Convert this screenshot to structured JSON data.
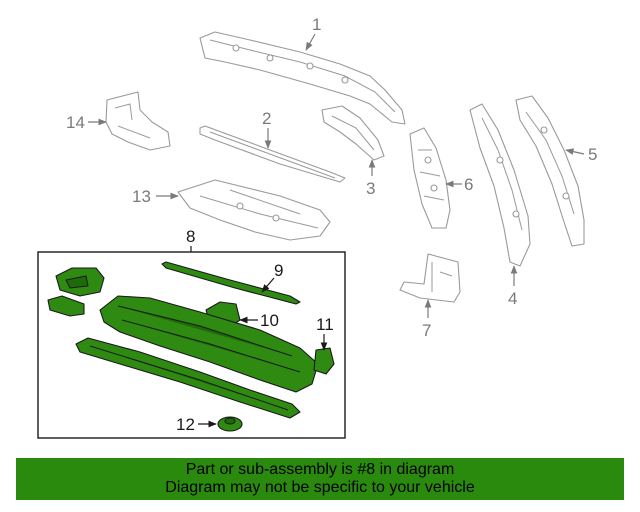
{
  "callouts": [
    "1",
    "2",
    "3",
    "4",
    "5",
    "6",
    "7",
    "8",
    "9",
    "10",
    "11",
    "12",
    "13",
    "14"
  ],
  "banner": {
    "line1": "Part or sub-assembly is #8 in diagram",
    "line2": "Diagram may not be specific to your vehicle"
  },
  "colors": {
    "highlight": "#2f8a12",
    "banner": "#2a8a0e",
    "ghost": "#9a9a9a"
  }
}
